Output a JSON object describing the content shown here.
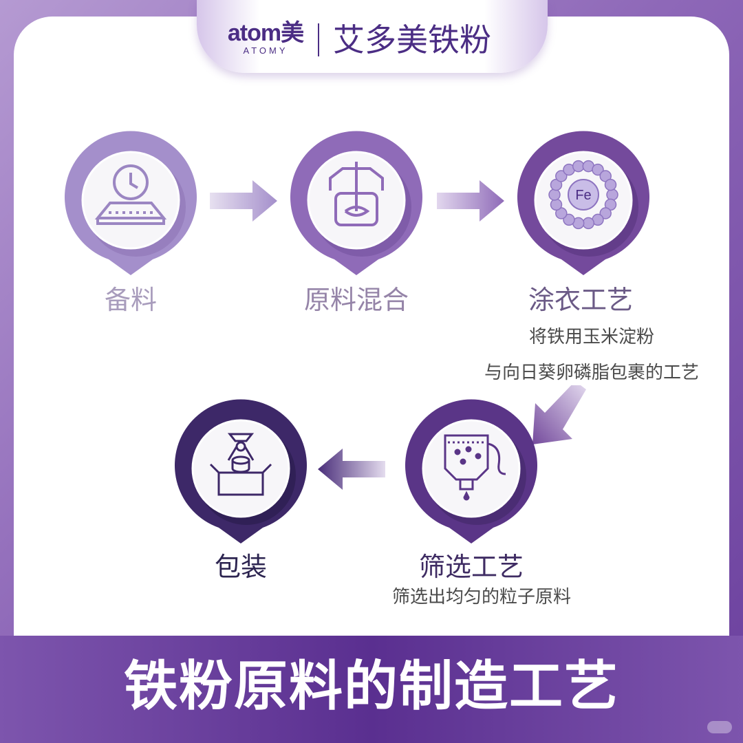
{
  "header": {
    "brand_main": "atom美",
    "brand_sub": "ATOMY",
    "title": "艾多美铁粉"
  },
  "steps": [
    {
      "label": "备料",
      "icon": "conveyor-clock-icon",
      "color": "#a48fcb",
      "label_color": "#a89cbc"
    },
    {
      "label": "原料混合",
      "icon": "mixer-icon",
      "color": "#8f6bb8",
      "label_color": "#9584a8"
    },
    {
      "label": "涂衣工艺",
      "icon": "iron-coating-icon",
      "color": "#744a9c",
      "label_color": "#6b5a86",
      "desc": [
        "将铁用玉米淀粉",
        "与向日葵卵磷脂包裹的工艺"
      ],
      "inner_text": "Fe"
    },
    {
      "label": "筛选工艺",
      "icon": "sieve-machine-icon",
      "color": "#5a3587",
      "label_color": "#3f2c63",
      "desc": [
        "筛选出均匀的粒子原料"
      ]
    },
    {
      "label": "包装",
      "icon": "packaging-box-icon",
      "color": "#3d2868",
      "label_color": "#2c2450"
    }
  ],
  "arrows": [
    "right",
    "right",
    "down-left",
    "left"
  ],
  "footer": {
    "title": "铁粉原料的制造工艺"
  },
  "colors": {
    "accent": "#5a2f90",
    "brand": "#4b2d84"
  }
}
